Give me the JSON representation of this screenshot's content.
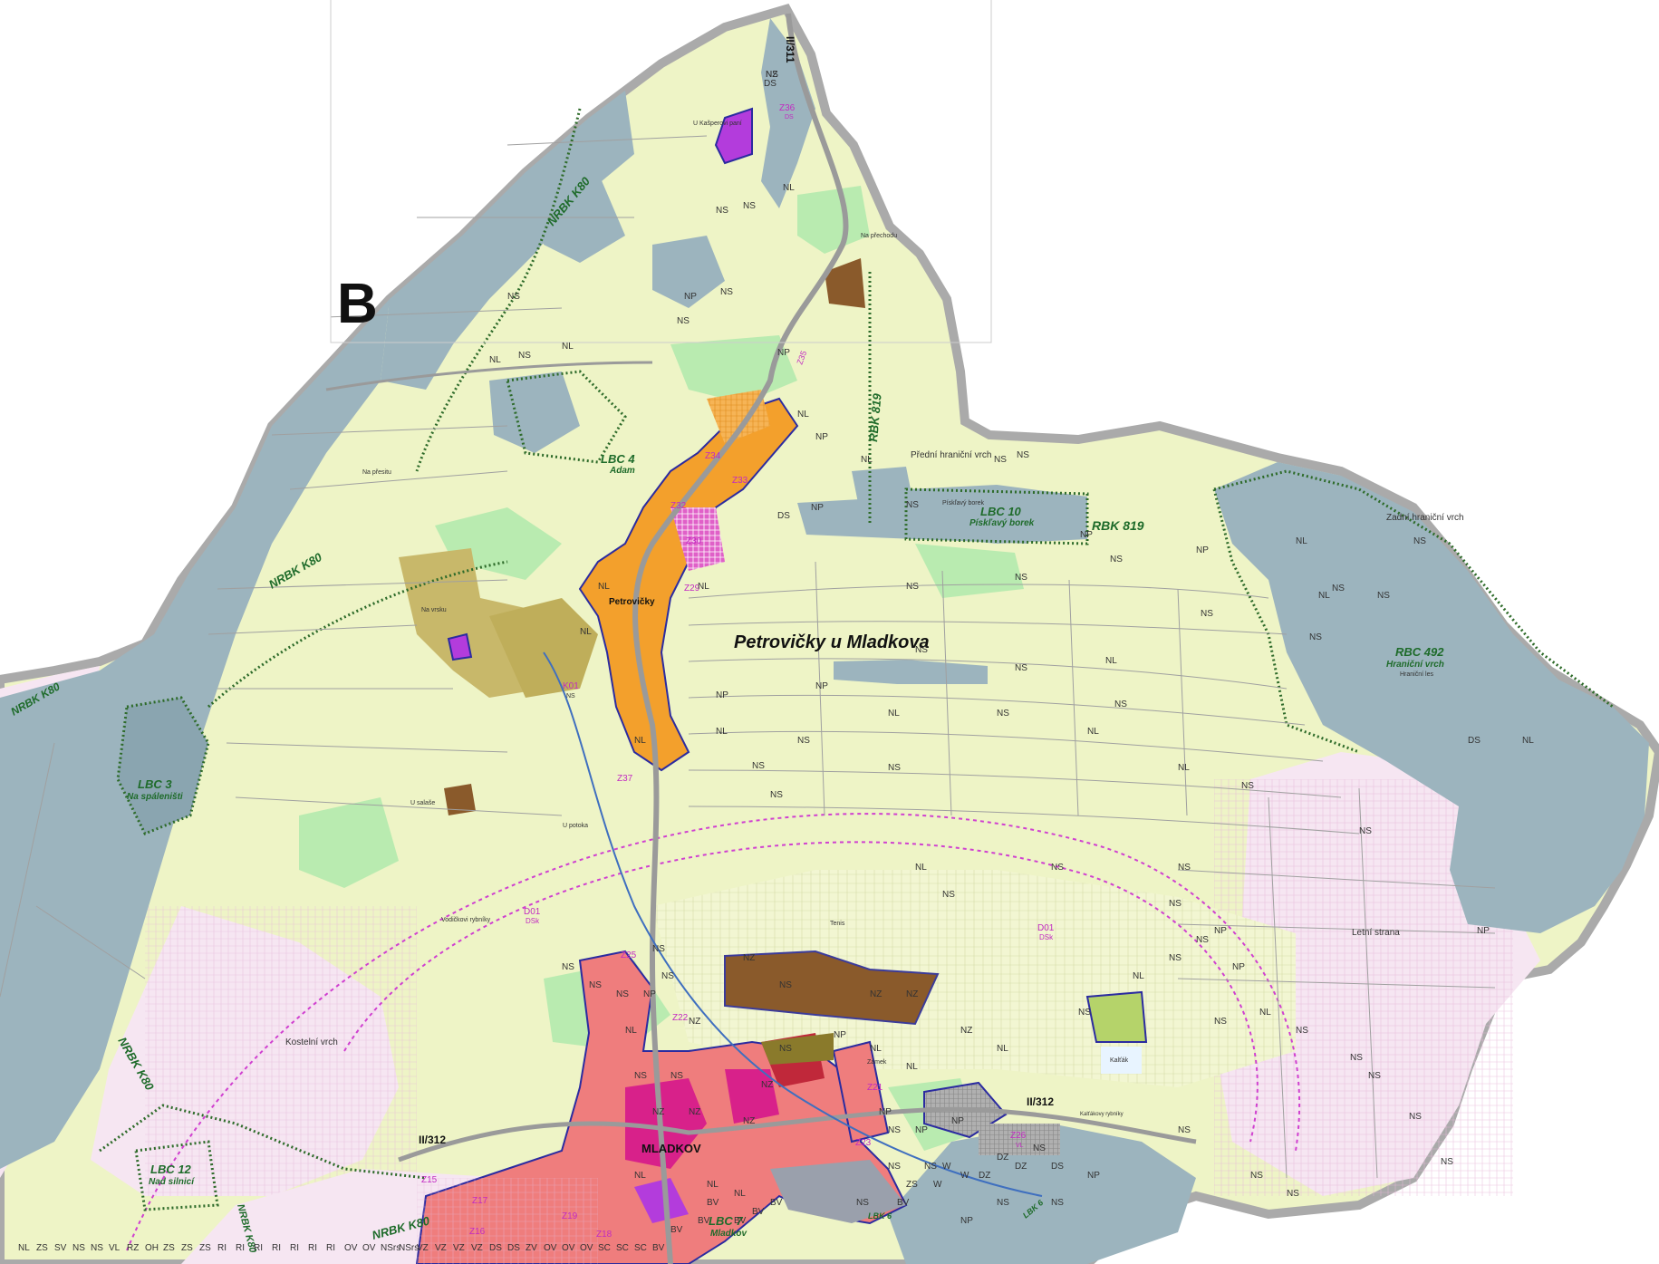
{
  "panel_letter": "B",
  "colors": {
    "NS": "#eef4c6",
    "NL": "#9cb4be",
    "NP": "#b9ebb0",
    "NZ": "#f6e6f2",
    "RI": "#f3a02c",
    "BV": "#ef7d7d",
    "SC": "#d8218a",
    "OV": "#b33cdc",
    "VZ": "#8a5a2b",
    "NSrs": "#c8b86a",
    "DZ": "#9aa0ac",
    "VL": "#9a9a9a",
    "ZS": "#b5d36a",
    "border": "#aaaaaa",
    "biocorridor": "#2e6b2a",
    "dsk": "#d040d0"
  },
  "town_labels": {
    "petrovicky_area": "Petrovičky u Mladkova",
    "petrovicky": "Petrovičky",
    "mladkov": "MLADKOV"
  },
  "road_labels": {
    "ii311": "II/311",
    "ii312_a": "II/312",
    "ii312_b": "II/312"
  },
  "eco_labels": {
    "nrbk_k80_a": "NRBK K80",
    "nrbk_k80_b": "NRBK K80",
    "nrbk_k80_c": "NRBK K80",
    "nrbk_k80_d": "NRBK K80",
    "nrbk_k80_e": "NRBK K80",
    "nrbk_k80_f": "NRBK K80",
    "rbk819_a": "RBK 819",
    "rbk819_b": "RBK 819",
    "lbc4": "LBC 4",
    "lbc4_name": "Adam",
    "lbc10": "LBC 10",
    "lbc10_name": "Pískľavý borek",
    "rbc492": "RBC 492",
    "rbc492_name": "Hraniční vrch",
    "lbc3": "LBC 3",
    "lbc3_name": "Na spáleništi",
    "lbc12": "LBC 12",
    "lbc12_name": "Nad silnicí",
    "lbc7": "LBC 7",
    "lbc7_name": "Mladkov",
    "lbk6_a": "LBK 6",
    "lbk6_b": "LBK 6"
  },
  "place_labels": {
    "kasperova": "U Kašperovi paní",
    "prechodu": "Na přechodu",
    "predni": "Přední hraniční vrch",
    "zadni": "Zadní hraniční vrch",
    "piskl": "Pískľavý borek",
    "hranicni_les": "Hraniční les",
    "na_presitu": "Na přesitu",
    "na_vrsku": "Na vrsku",
    "u_salase": "U salaše",
    "u_potoka": "U potoka",
    "letni": "Letní strana",
    "kostelni": "Kostelní vrch",
    "vodickovi": "Vodičkovi rybníky",
    "tenis": "Tenis",
    "kaltak": "Kalťák",
    "zamek": "Zámek",
    "kaltakovy": "Kalťákovy rybníky"
  },
  "plan_codes": {
    "z36": "Z36",
    "z36s": "DS",
    "z34": "Z34",
    "z33": "Z33",
    "z32": "Z32",
    "z30": "Z30",
    "z29": "Z29",
    "z35": "Z35",
    "z37": "Z37",
    "z22": "Z22",
    "z25": "Z25",
    "z23": "Z23",
    "z26": "Z26",
    "z26s": "VL",
    "z15": "Z15",
    "z17": "Z17",
    "z16": "Z16",
    "z18": "Z18",
    "z19": "Z19",
    "z21": "Z21",
    "k01": "K01",
    "k01s": "NS",
    "d01a": "D01",
    "d01as": "DSk",
    "d01b": "D01",
    "d01bs": "DSk"
  },
  "zone_codes": [
    "NS",
    "NL",
    "NS",
    "DS",
    "NS",
    "NL",
    "NS",
    "NL",
    "NP",
    "NS",
    "NS",
    "NS",
    "NP",
    "NL",
    "NP",
    "NL",
    "NP",
    "DS",
    "NS",
    "NS",
    "NS",
    "NP",
    "NS",
    "NS",
    "NL",
    "NS",
    "NS",
    "NS",
    "NP",
    "NS",
    "NL",
    "NS",
    "DS",
    "NL",
    "NS",
    "NL",
    "NS",
    "NS",
    "NS",
    "NS",
    "NS",
    "NL",
    "NP",
    "NP",
    "NL",
    "NL",
    "NL",
    "NL",
    "NL",
    "NS",
    "NS",
    "NS",
    "NS",
    "NL",
    "NL",
    "NS",
    "NL",
    "NS",
    "NS",
    "NS",
    "NS",
    "NS",
    "NP",
    "NP",
    "NS",
    "NL",
    "NS",
    "NS",
    "NL",
    "NS",
    "NS",
    "NS",
    "NP",
    "NS",
    "NS",
    "NS",
    "NS",
    "NS",
    "NP",
    "NS",
    "NS",
    "NP",
    "NS",
    "NS",
    "NS",
    "NS",
    "NZ",
    "NZ",
    "NZ",
    "NZ",
    "NL",
    "NL",
    "NL",
    "NL",
    "NS",
    "NS",
    "NS",
    "NS",
    "NP",
    "NS",
    "NZ",
    "NZ",
    "NS",
    "NZ",
    "NZ",
    "NZ",
    "NL",
    "NL",
    "NL",
    "NP",
    "NS",
    "NP",
    "NS",
    "NP",
    "NP",
    "DS",
    "NS",
    "DZ",
    "DZ",
    "DZ",
    "W",
    "W",
    "W",
    "NS",
    "ZS",
    "BV",
    "BV",
    "BV",
    "BV",
    "BV",
    "BV",
    "BV",
    "BV",
    "SC",
    "SC",
    "SC",
    "OV",
    "OV",
    "OV",
    "ZV",
    "DS",
    "DS",
    "VZ",
    "VZ",
    "VZ",
    "VZ",
    "NSrs",
    "NSrs",
    "OV",
    "OV",
    "RI",
    "RI",
    "RI",
    "RI",
    "RI",
    "RI",
    "RI",
    "ZS",
    "ZS",
    "ZS",
    "OH",
    "RZ",
    "VL",
    "NS",
    "NS",
    "SV",
    "ZS",
    "NL",
    "NZ"
  ]
}
